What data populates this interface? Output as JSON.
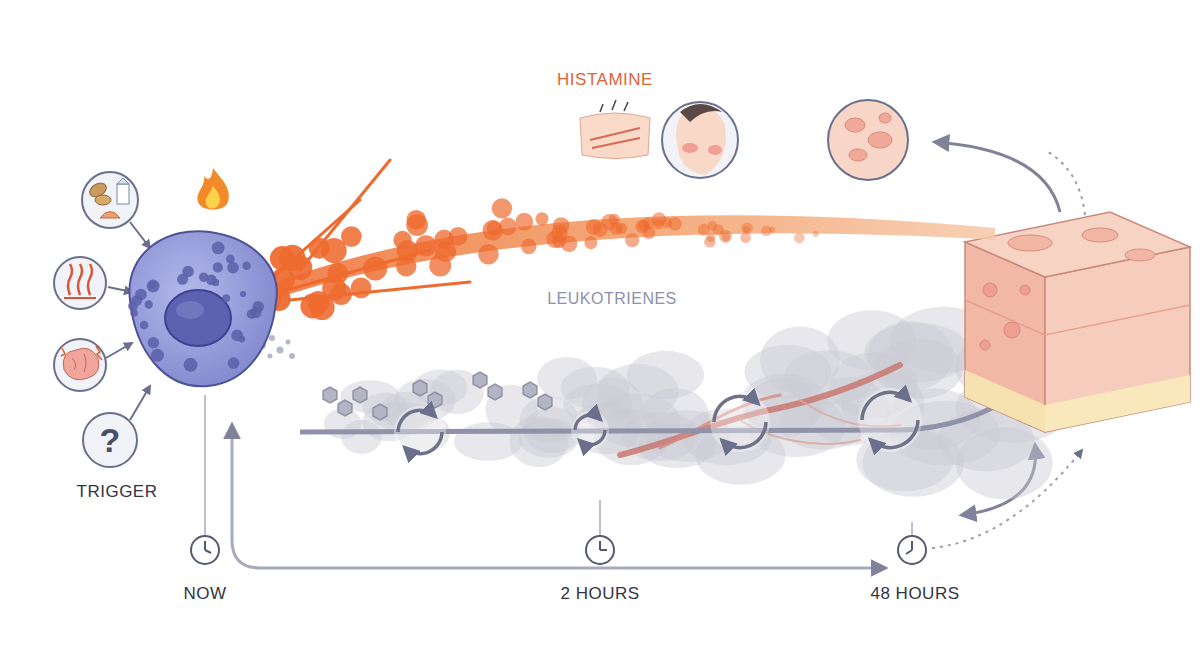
{
  "diagram": {
    "nodes": [
      {
        "text": [
          "?"
        ]
      }
    ],
    "labels": [
      "HISTAMINE",
      "LEUKOTRIENES",
      "TRIGGER",
      "NOW",
      "2 HOURS",
      "48 HOURS"
    ]
  }
}
